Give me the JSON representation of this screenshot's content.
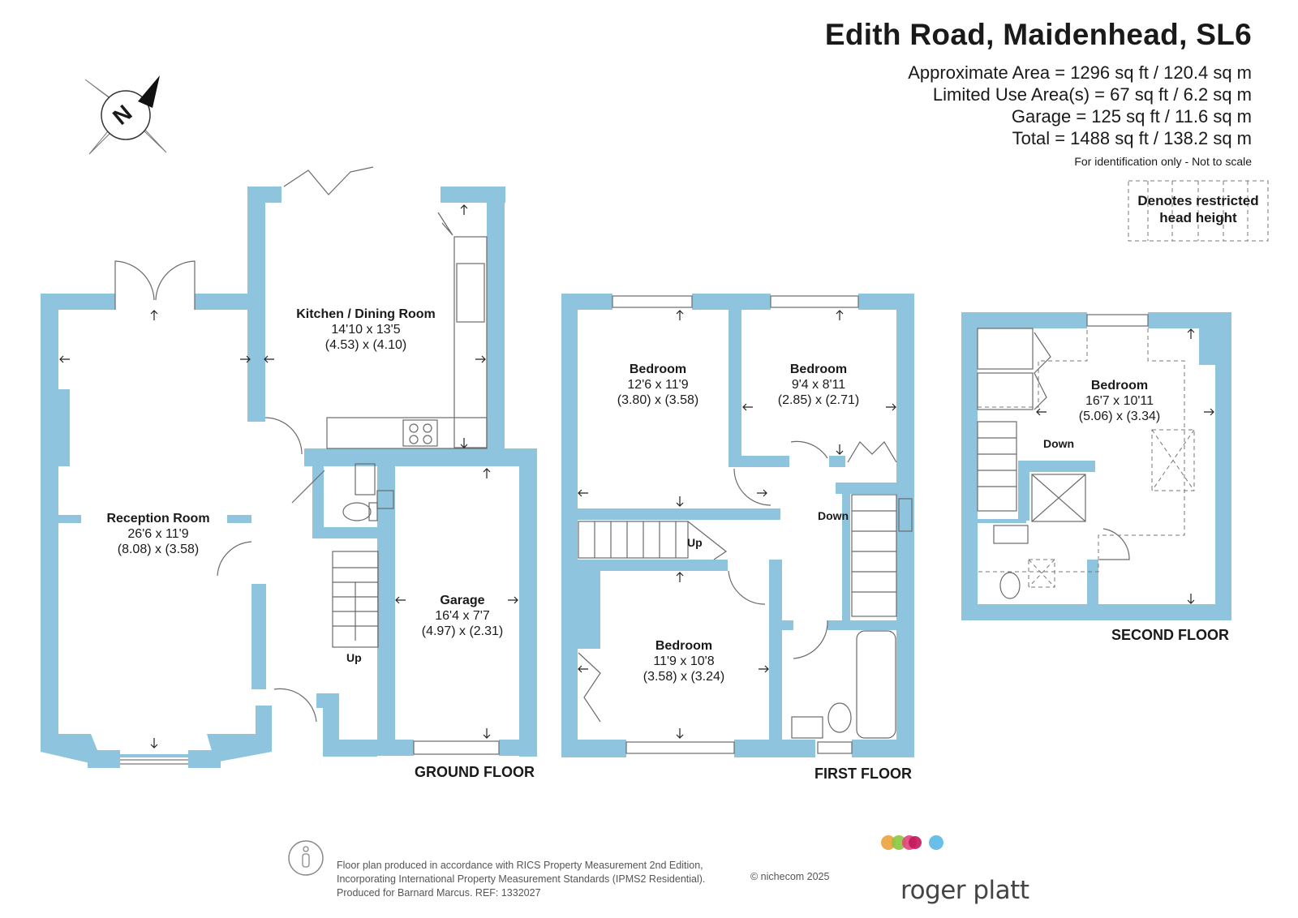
{
  "header": {
    "title": "Edith Road, Maidenhead, SL6",
    "areas": [
      "Approximate Area = 1296 sq ft / 120.4 sq m",
      "Limited Use Area(s) = 67 sq ft / 6.2 sq m",
      "Garage = 125 sq ft / 11.6 sq m",
      "Total = 1488 sq ft / 138.2 sq m"
    ],
    "note": "For identification only - Not to scale"
  },
  "legend": {
    "line1": "Denotes restricted",
    "line2": "head height"
  },
  "compass": {
    "letter": "N"
  },
  "rooms": {
    "reception": {
      "name": "Reception Room",
      "dim_imperial": "26'6 x 11'9",
      "dim_metric": "(8.08) x (3.58)"
    },
    "kitchen": {
      "name": "Kitchen / Dining Room",
      "dim_imperial": "14'10 x 13'5",
      "dim_metric": "(4.53) x (4.10)"
    },
    "garage": {
      "name": "Garage",
      "dim_imperial": "16'4 x 7'7",
      "dim_metric": "(4.97) x (2.31)"
    },
    "bed1": {
      "name": "Bedroom",
      "dim_imperial": "12'6 x 11'9",
      "dim_metric": "(3.80) x (3.58)"
    },
    "bed2": {
      "name": "Bedroom",
      "dim_imperial": "9'4 x 8'11",
      "dim_metric": "(2.85) x (2.71)"
    },
    "bed3": {
      "name": "Bedroom",
      "dim_imperial": "11'9 x 10'8",
      "dim_metric": "(3.58) x (3.24)"
    },
    "bed4": {
      "name": "Bedroom",
      "dim_imperial": "16'7 x 10'11",
      "dim_metric": "(5.06) x (3.34)"
    }
  },
  "stairs": {
    "ground_up": "Up",
    "first_up": "Up",
    "first_down": "Down",
    "second_down": "Down"
  },
  "floors": {
    "ground": "GROUND FLOOR",
    "first": "FIRST FLOOR",
    "second": "SECOND FLOOR"
  },
  "footer": {
    "line1": "Floor plan produced in accordance with RICS Property Measurement 2nd Edition,",
    "line2": "Incorporating International Property Measurement Standards (IPMS2 Residential).",
    "line3": "Produced for Barnard Marcus.   REF: 1332027",
    "copyright": "© nichecom 2025"
  },
  "brand": {
    "name": "roger platt",
    "dot_colors": [
      "#e9a23b",
      "#8cc63f",
      "#e0457b",
      "#c2185b",
      "#59b8e6"
    ]
  },
  "colors": {
    "wall": "#8ec4de",
    "fixture": "#6a6a6a"
  }
}
